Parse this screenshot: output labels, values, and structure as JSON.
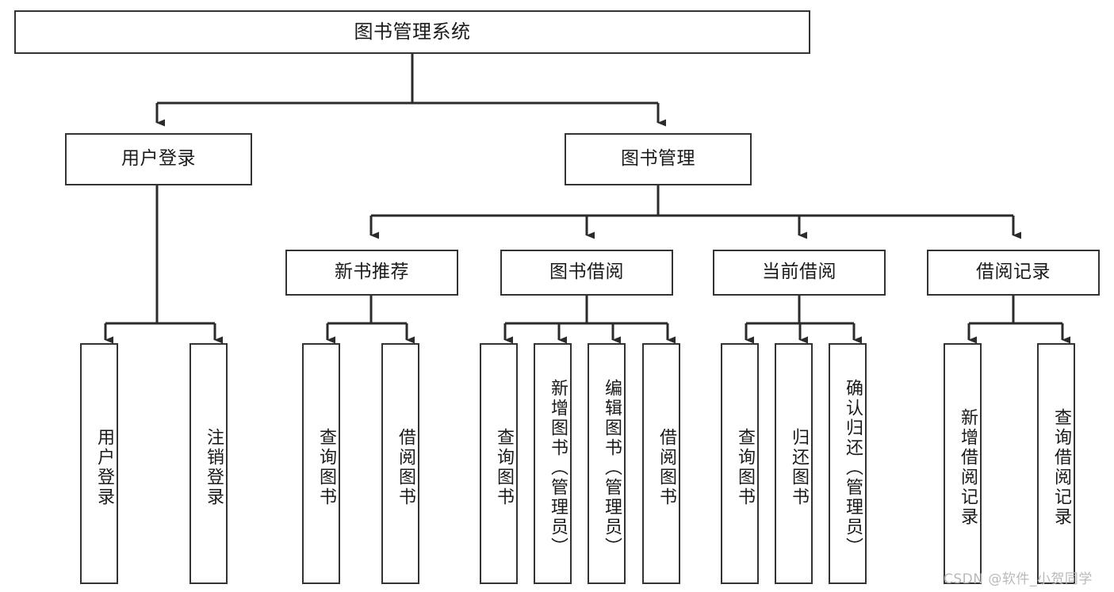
{
  "diagram": {
    "title": "图书管理系统",
    "type": "tree-hierarchy-diagram",
    "watermark": "CSDN @软件_小贺同学",
    "colors": {
      "box_border": "#333333",
      "box_fill": "#ffffff",
      "edge": "#2b2b2b",
      "text": "#1a1a1a",
      "watermark": "#b9b9b9",
      "background": "#ffffff"
    }
  },
  "nodes": {
    "root": {
      "label": "图书管理系统"
    },
    "level2": [
      {
        "id": "user-login",
        "label": "用户登录"
      },
      {
        "id": "book-manage",
        "label": "图书管理"
      }
    ],
    "level3": [
      {
        "id": "new-book-recommend",
        "label": "新书推荐"
      },
      {
        "id": "book-borrow",
        "label": "图书借阅"
      },
      {
        "id": "current-borrow",
        "label": "当前借阅"
      },
      {
        "id": "borrow-record",
        "label": "借阅记录"
      }
    ],
    "leaves": [
      {
        "id": "leaf-user-login",
        "label": "用户登录",
        "parent": "user-login"
      },
      {
        "id": "leaf-logout-login",
        "label": "注销登录",
        "parent": "user-login"
      },
      {
        "id": "leaf-query-book-1",
        "label": "查询图书",
        "parent": "new-book-recommend"
      },
      {
        "id": "leaf-borrow-book-1",
        "label": "借阅图书",
        "parent": "new-book-recommend"
      },
      {
        "id": "leaf-query-book-2",
        "label": "查询图书",
        "parent": "book-borrow"
      },
      {
        "id": "leaf-add-book",
        "label": "新增图书（管理员）",
        "parent": "book-borrow"
      },
      {
        "id": "leaf-edit-book",
        "label": "编辑图书（管理员）",
        "parent": "book-borrow"
      },
      {
        "id": "leaf-borrow-book-2",
        "label": "借阅图书",
        "parent": "book-borrow"
      },
      {
        "id": "leaf-query-book-3",
        "label": "查询图书",
        "parent": "current-borrow"
      },
      {
        "id": "leaf-return-book",
        "label": "归还图书",
        "parent": "current-borrow"
      },
      {
        "id": "leaf-confirm-return",
        "label": "确认归还（管理员）",
        "parent": "current-borrow"
      },
      {
        "id": "leaf-add-record",
        "label": "新增借阅记录",
        "parent": "borrow-record"
      },
      {
        "id": "leaf-query-record",
        "label": "查询借阅记录",
        "parent": "borrow-record"
      }
    ]
  }
}
